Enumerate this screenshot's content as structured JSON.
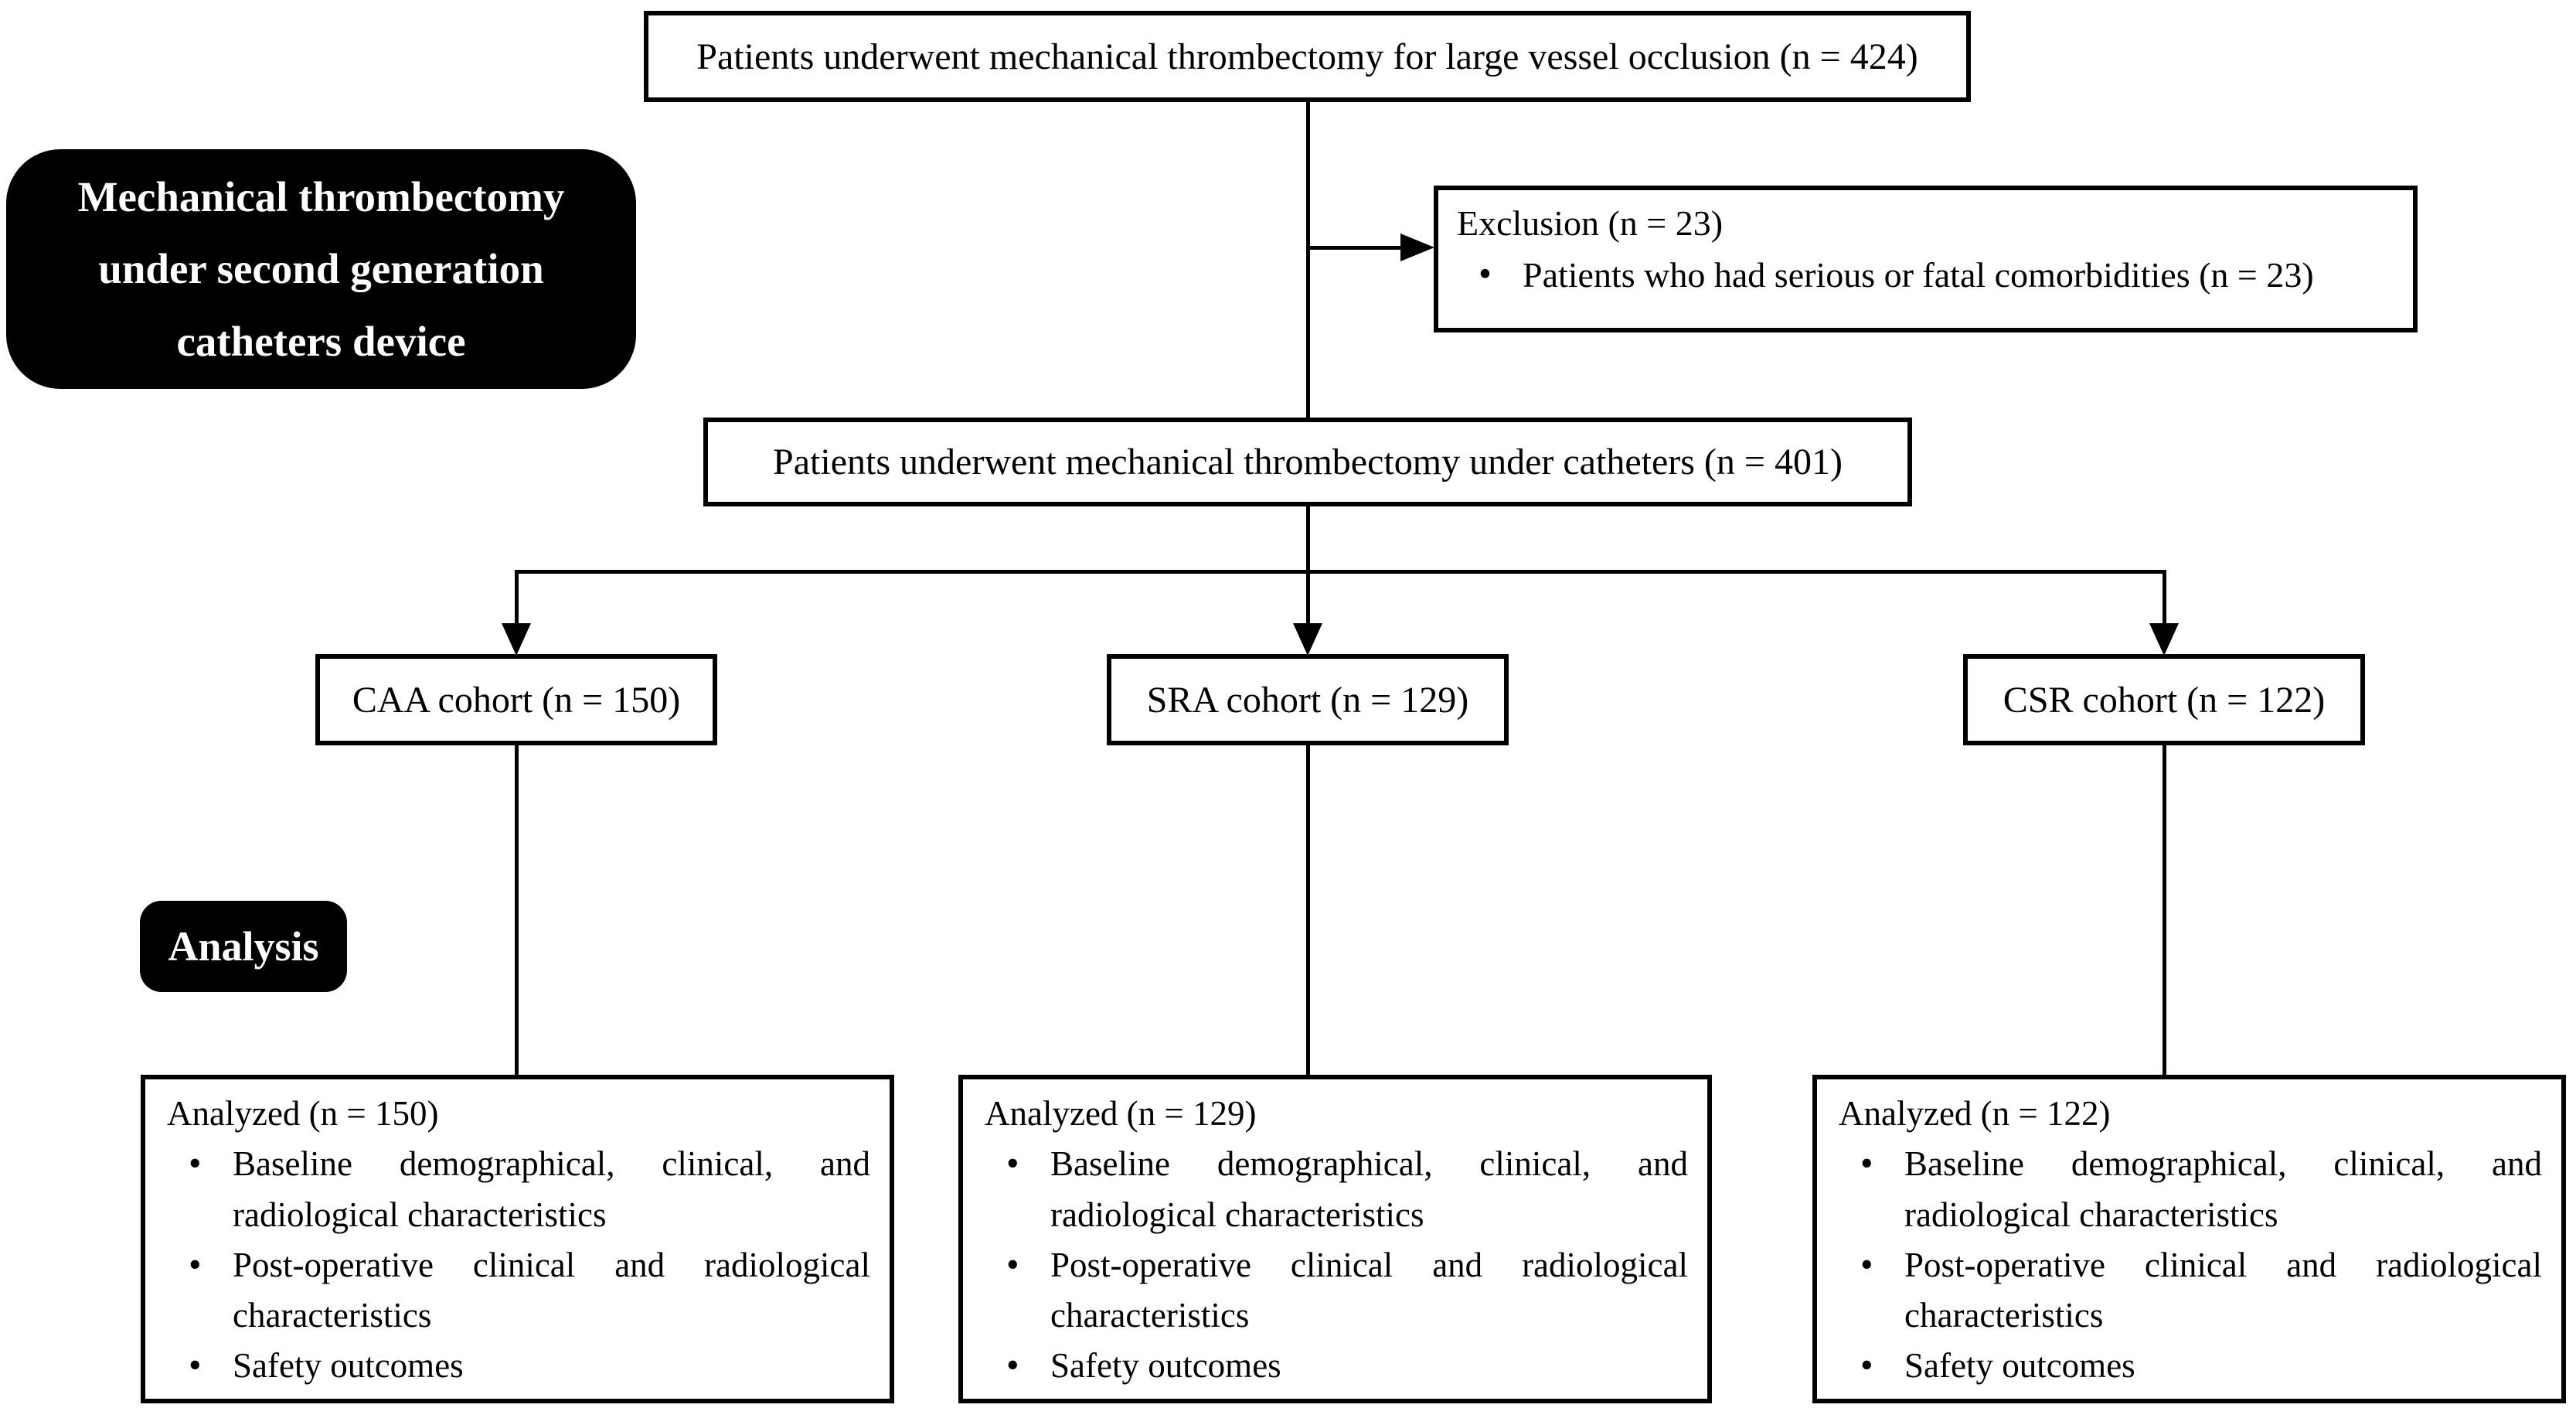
{
  "diagram": {
    "bullet_char": "•",
    "colors": {
      "background": "#ffffff",
      "box_border": "#000000",
      "text": "#000000",
      "pill_bg": "#000000",
      "pill_text": "#ffffff"
    },
    "top_box": "Patients underwent mechanical thrombectomy for large vessel occlusion (n = 424)",
    "device_pill": "Mechanical thrombectomy under second generation catheters device",
    "exclusion": {
      "title": "Exclusion (n = 23)",
      "bullets": [
        "Patients who had serious or fatal comorbidities (n = 23)"
      ]
    },
    "middle_box": "Patients underwent mechanical thrombectomy under catheters (n = 401)",
    "cohorts": [
      {
        "label": "CAA cohort (n = 150)"
      },
      {
        "label": "SRA cohort (n = 129)"
      },
      {
        "label": "CSR cohort (n = 122)"
      }
    ],
    "analysis_pill": "Analysis",
    "analysis_boxes": [
      {
        "title": "Analyzed (n = 150)",
        "bullets": [
          "Baseline demographical, clinical, and radiological characteristics",
          "Post-operative clinical and radiological characteristics",
          "Safety outcomes"
        ]
      },
      {
        "title": "Analyzed (n = 129)",
        "bullets": [
          "Baseline demographical, clinical, and radiological characteristics",
          "Post-operative clinical and radiological characteristics",
          "Safety outcomes"
        ]
      },
      {
        "title": "Analyzed (n = 122)",
        "bullets": [
          "Baseline demographical, clinical, and radiological characteristics",
          "Post-operative clinical and radiological characteristics",
          "Safety outcomes"
        ]
      }
    ]
  }
}
